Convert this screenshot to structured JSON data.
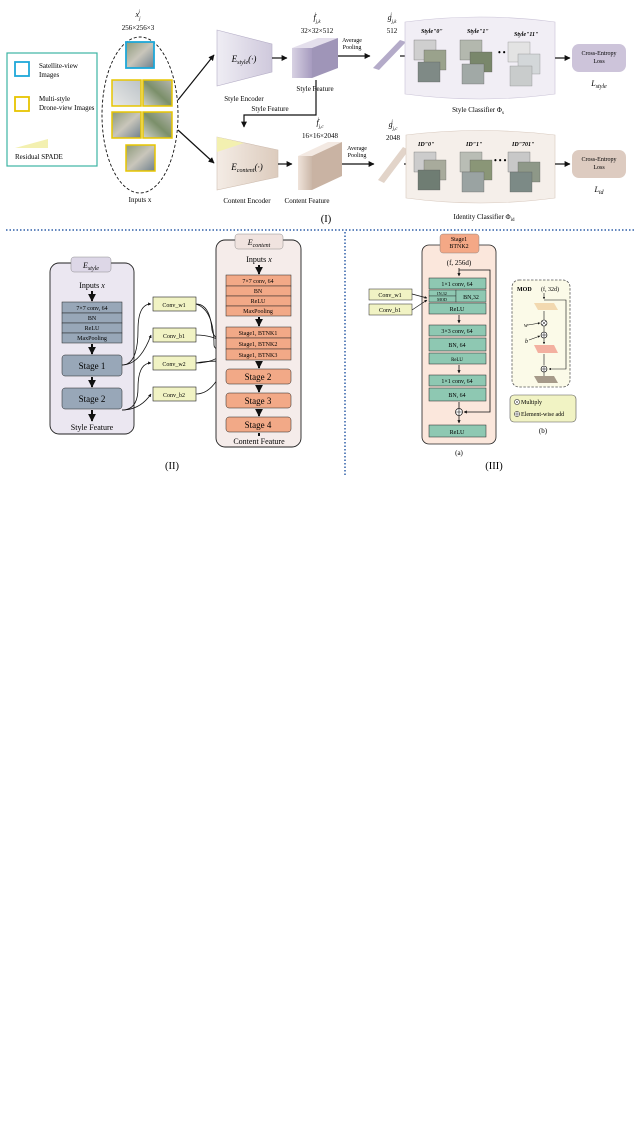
{
  "legend": {
    "satellite": "Satellite-view Images",
    "drone": "Multi-style Drone-view Images",
    "spade": "Residual SPADE"
  },
  "part1": {
    "label": "(I)",
    "inputs_label": "Inputs x",
    "inputs_symbol": "x_j^i",
    "inputs_dim": "256×256×3",
    "style_encoder_symbol": "E_style(·)",
    "style_encoder_label": "Style Encoder",
    "style_feature_symbol": "f_{j,k}^i",
    "style_feature_dim": "32×32×512",
    "style_feature_label": "Style Feature",
    "pool1": "Average Pooling",
    "style_vec_symbol": "g_{j,k}^i",
    "style_vec_dim": "512",
    "style_classes": [
      "Style\"0\"",
      "Style\"1\"",
      "Style\"11\""
    ],
    "style_classifier_label": "Style Classifier Φs",
    "loss_box": "Cross-Entropy Loss",
    "loss_style": "L_style",
    "style_feature_arrow": "Style Feature",
    "content_encoder_symbol": "E_content(·)",
    "content_encoder_label": "Content Encoder",
    "content_feature_symbol": "f_{j,c}^i",
    "content_feature_dim": "16×16×2048",
    "content_feature_label": "Content Feature",
    "pool2": "Average Pooling",
    "content_vec_symbol": "g_{j,c}^i",
    "content_vec_dim": "2048",
    "id_classes": [
      "ID\"0\"",
      "ID\"1\"",
      "ID\"701\""
    ],
    "id_classifier_label": "Identity Classifier Φid",
    "loss_id": "L_id",
    "ellipsis": "• • •"
  },
  "part2": {
    "label": "(II)",
    "estyle_title": "E_style",
    "estyle_inputs": "Inputs x",
    "estyle_layers": [
      "7×7 conv, 64",
      "BN",
      "ReLU",
      "MaxPooling"
    ],
    "estyle_stages": [
      "Stage 1",
      "Stage 2"
    ],
    "estyle_output": "Style Feature",
    "convs": [
      "Conv_w1",
      "Conv_b1",
      "Conv_w2",
      "Conv_b2"
    ],
    "econtent_title": "E_content",
    "econtent_inputs": "Inputs x",
    "econtent_layers": [
      "7×7 conv, 64",
      "BN",
      "ReLU",
      "MaxPooling"
    ],
    "econtent_btnk": [
      "Stage1, BTNK1",
      "Stage1, BTNK2",
      "Stage1, BTNK3"
    ],
    "econtent_stages": [
      "Stage 2",
      "Stage 3",
      "Stage 4"
    ],
    "econtent_output": "Content Feature"
  },
  "part3": {
    "label": "(III)",
    "btnk_title": "Stage1 BTNK2",
    "btnk_input": "(f, 256d)",
    "conv_w1": "Conv_w1",
    "conv_b1": "Conv_b1",
    "layers": [
      "1×1 conv, 64",
      "BN,32",
      "ReLU",
      "3×3 conv, 64",
      "BN, 64",
      "ReLU",
      "1×1 conv, 64",
      "BN, 64",
      "ReLU"
    ],
    "in32": "IN,32",
    "mod": "MOD",
    "sub_a": "(a)",
    "mod_title": "MOD",
    "mod_input": "(f, 32d)",
    "w": "w",
    "b": "b",
    "multiply": "Multiply",
    "add": "Element-wise add",
    "sub_b": "(b)"
  }
}
